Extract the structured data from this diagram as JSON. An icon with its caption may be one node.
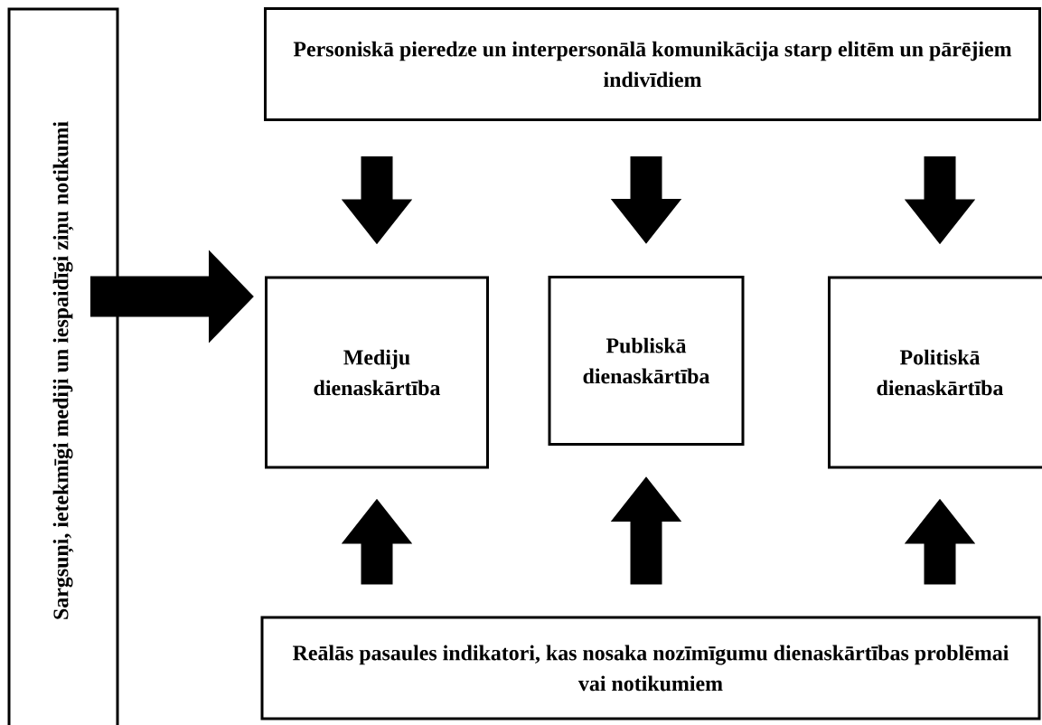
{
  "diagram": {
    "nodes": [
      {
        "text": [
          "Sargsuņi, ietekmīgi mediji un iespaidīgi ziņu notikumi"
        ]
      },
      {
        "text": [
          "Personiskā pieredze un interpersonālā komunikācija starp elitēm un pārējiem indivīdiem"
        ]
      },
      {
        "text": [
          "Mediju dienaskārtība"
        ]
      },
      {
        "text": [
          "Publiskā dienaskārtība"
        ]
      },
      {
        "text": [
          "Politiskā dienaskārtība"
        ]
      },
      {
        "text": [
          "Reālās pasaules indikatori, kas nosaka nozīmīgumu dienaskārtības problēmai vai notikumiem"
        ]
      }
    ],
    "edges": [
      {
        "from": 0,
        "to": 2,
        "arrow": "to"
      },
      {
        "from": 1,
        "to": 2,
        "arrow": "to"
      },
      {
        "from": 1,
        "to": 3,
        "arrow": "to"
      },
      {
        "from": 1,
        "to": 4,
        "arrow": "to"
      },
      {
        "from": 5,
        "to": 2,
        "arrow": "to"
      },
      {
        "from": 5,
        "to": 3,
        "arrow": "to"
      },
      {
        "from": 5,
        "to": 4,
        "arrow": "to"
      }
    ]
  }
}
